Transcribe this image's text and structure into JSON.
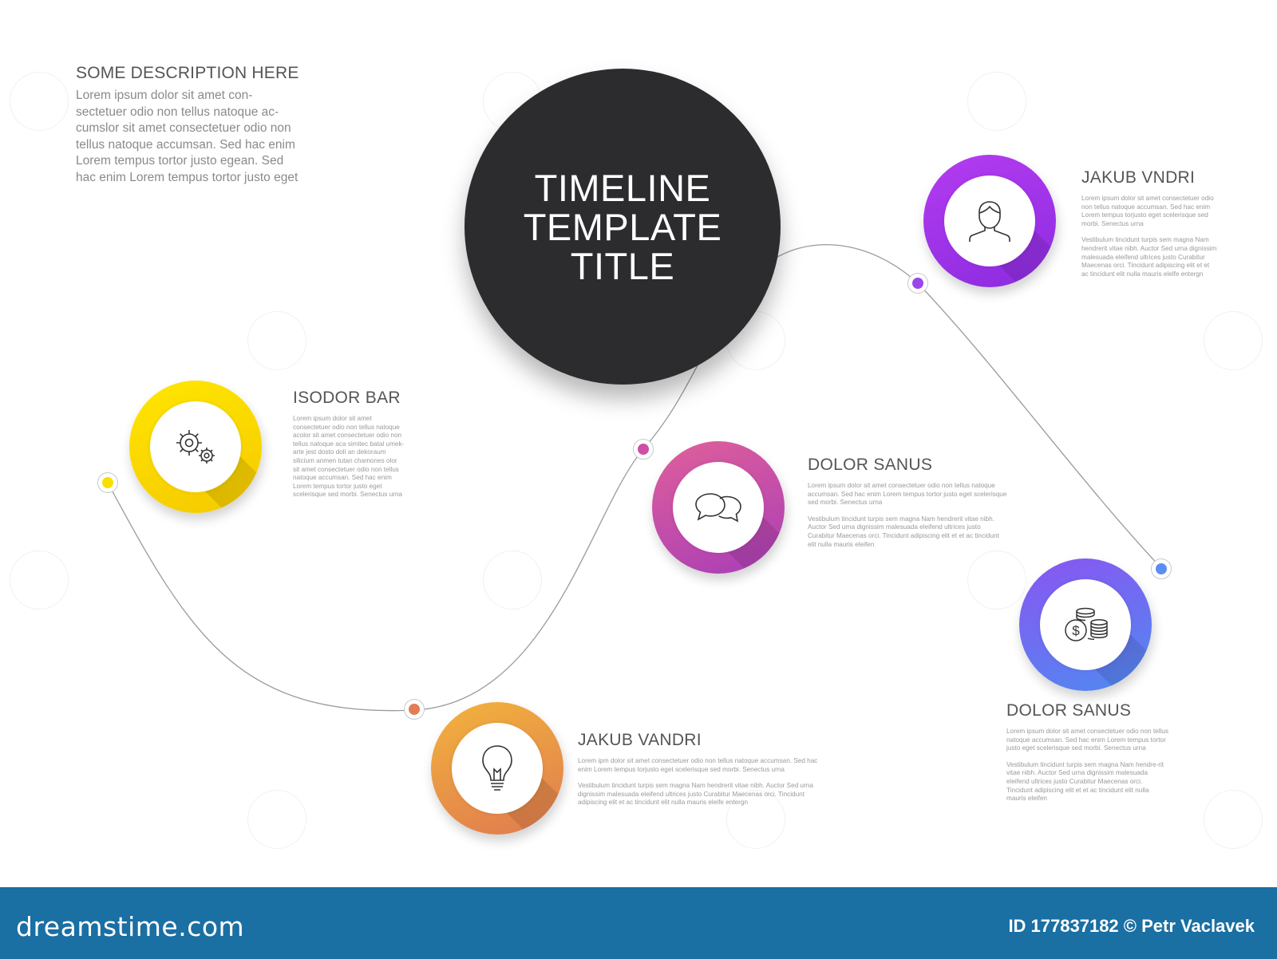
{
  "description": {
    "title": "SOME DESCRIPTION HERE",
    "body": "Lorem ipsum dolor sit amet con-sectetuer odio non tellus natoque ac-cumslor sit amet consectetuer odio non tellus natoque accumsan. Sed hac enim Lorem tempus tortor justo egean. Sed hac enim Lorem tempus tortor justo eget"
  },
  "hub": {
    "title_lines": [
      "TIMELINE",
      "TEMPLATE",
      "TITLE"
    ]
  },
  "steps": [
    {
      "title": "ISODOR BAR",
      "icon": "gears-icon",
      "color_from": "#ffe600",
      "color_to": "#f5c900",
      "paragraphs": [
        "Lorem ipsum dolor sit amet consectetuer odio non tellus natoque acolor sit amet consectetuer odio non tellus natoque aca simitec batal umek-arte jest dosto doli an dekoraum silicium anmen tutan chamones olor sit amet consectetuer odio non tellus natoque accumsan. Sed hac enim Lorem tempus tortor justo eget scelerisque sed morbi. Senectus urna"
      ]
    },
    {
      "title": "JAKUB VANDRI",
      "icon": "lightbulb-icon",
      "color_from": "#f2b33d",
      "color_to": "#e07a4f",
      "paragraphs": [
        "Lorem ipm dolor sit amet consectetuer odio non tellus natoque accumsan. Sed hac enim Lorem tempus torjusto eget scelerisque sed morbi. Senectus urna",
        "Vestibulum tincidunt turpis sem magna Nam hendrerit vitae nibh. Auctor Sed urna dignissim malesuada eleifend ultrices justo Curabitur Maecenas orci. Tincidunt adipiscing elit et ac tincidunt elit nulla mauris eleife entergn"
      ]
    },
    {
      "title": "DOLOR SANUS",
      "icon": "chat-bubbles-icon",
      "color_from": "#e0609a",
      "color_to": "#a93db7",
      "paragraphs": [
        "Lorem ipsum dolor sit amet consectetuer odio non tellus natoque accumsan. Sed hac enim Lorem tempus tortor justo eget scelerisque sed morbi. Senectus urna",
        "Vestibulum tincidunt turpis sem magna Nam hendrerit vitae nibh. Auctor Sed urna dignissim malesuada eleifend ultrices justo Curabitur Maecenas orci. Tincidunt adipiscing elit et et ac tincidunt elit nulla mauris eleifen"
      ]
    },
    {
      "title": "JAKUB VNDRI",
      "icon": "user-icon",
      "color_from": "#b43cf0",
      "color_to": "#8c2be0",
      "paragraphs": [
        "Lorem ipsum dolor sit amet consectetuer odio non tellus natoque accumsan. Sed hac enim Lorem tempus torjusto eget scelerisque sed morbi. Senectus urna",
        "Vestibulum tincidunt turpis sem magna Nam hendrerit vitae nibh. Auctor Sed urna dignissim malesuada eleifend ultrices justo Curabitur Maecenas orci. Tincidunt adipiscing elit et et ac tincidunt elit nulla mauris elelfe entergn"
      ]
    },
    {
      "title": "DOLOR SANUS",
      "icon": "coins-dollar-icon",
      "color_from": "#8a55f2",
      "color_to": "#4f8af0",
      "paragraphs": [
        "Lorem ipsum dolor sit amet consectetuer odio non tellus natoque accumsan. Sed hac enim Lorem tempus tortor justo eget scelerisque sed morbi. Senectus urna",
        "Vestibulum tincidunt turpis sem magna Nam hendre-rit vitae nibh. Auctor Sed urna dignissim malesuada eleifend ultrices justo Curabitur Maecenas orci. Tincidunt adipiscing elit et et ac tincidunt elit nulla mauris eleifen"
      ]
    }
  ],
  "timeline_nodes": [
    "#f7e000",
    "#e27e55",
    "#cf4fa8",
    "#9c45e8",
    "#5c8ef2"
  ],
  "footer": {
    "logo": "dreamstime.com",
    "id_text": "ID 177837182 © Petr Vaclavek",
    "color": "#1a6fa3"
  }
}
